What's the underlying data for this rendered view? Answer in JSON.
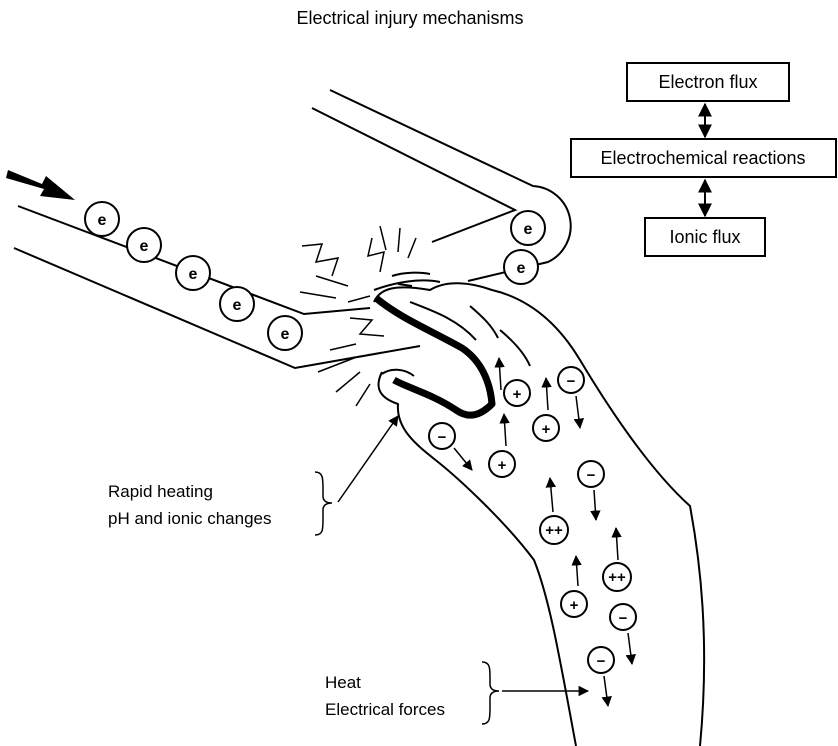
{
  "title": "Electrical injury mechanisms",
  "flow_boxes": {
    "electron_flux": "Electron flux",
    "electrochemical_reactions": "Electrochemical reactions",
    "ionic_flux": "Ionic flux"
  },
  "annotations": {
    "contact": [
      "Rapid heating",
      "pH and ionic changes"
    ],
    "arm": [
      "Heat",
      "Electrical forces"
    ]
  },
  "electron_label": "e",
  "charge_labels": {
    "positive": "+",
    "negative": "−",
    "double_positive": "++"
  }
}
